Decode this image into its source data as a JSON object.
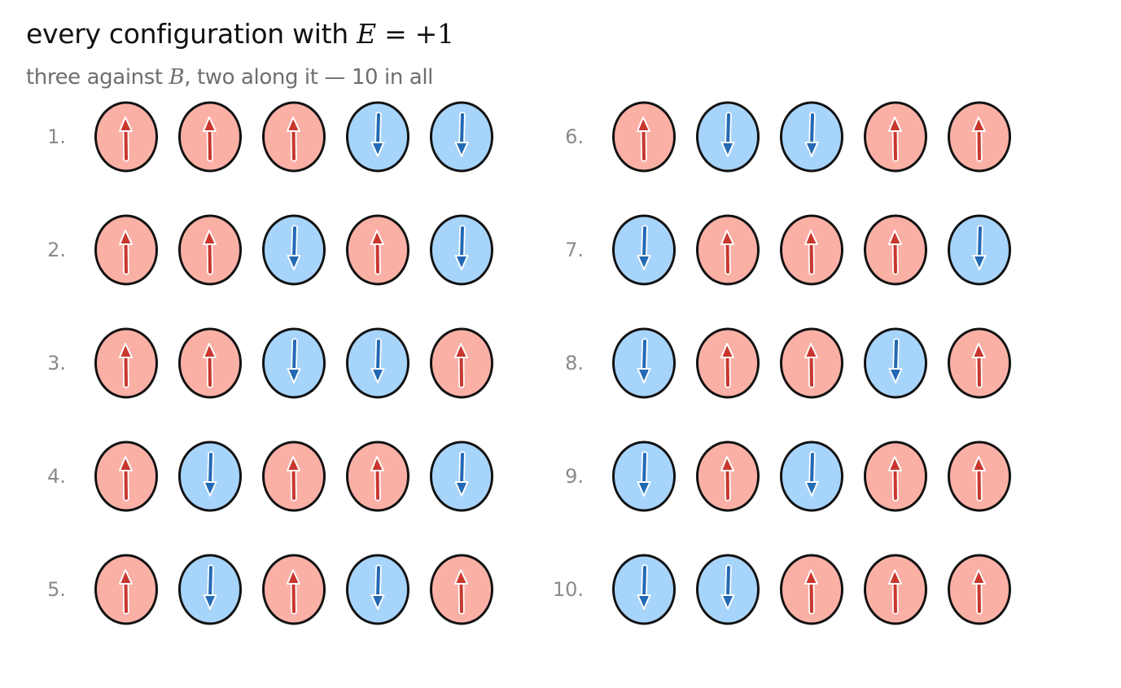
{
  "header": {
    "title_prefix": "every configuration with ",
    "title_var": "E",
    "title_eq": " = +1",
    "subtitle_prefix": "three against ",
    "subtitle_var": "B",
    "subtitle_suffix": ", two along it — 10 in all"
  },
  "configurations": [
    {
      "index": "1.",
      "spins": [
        "up",
        "up",
        "up",
        "down",
        "down"
      ]
    },
    {
      "index": "2.",
      "spins": [
        "up",
        "up",
        "down",
        "up",
        "down"
      ]
    },
    {
      "index": "3.",
      "spins": [
        "up",
        "up",
        "down",
        "down",
        "up"
      ]
    },
    {
      "index": "4.",
      "spins": [
        "up",
        "down",
        "up",
        "up",
        "down"
      ]
    },
    {
      "index": "5.",
      "spins": [
        "up",
        "down",
        "up",
        "down",
        "up"
      ]
    },
    {
      "index": "6.",
      "spins": [
        "up",
        "down",
        "down",
        "up",
        "up"
      ]
    },
    {
      "index": "7.",
      "spins": [
        "down",
        "up",
        "up",
        "up",
        "down"
      ]
    },
    {
      "index": "8.",
      "spins": [
        "down",
        "up",
        "up",
        "down",
        "up"
      ]
    },
    {
      "index": "9.",
      "spins": [
        "down",
        "up",
        "down",
        "up",
        "up"
      ]
    },
    {
      "index": "10.",
      "spins": [
        "down",
        "down",
        "up",
        "up",
        "up"
      ]
    }
  ],
  "colors": {
    "up_fill": "#fbb0a6",
    "up_arrow": "#c8372e",
    "down_fill": "#a7d4fb",
    "down_arrow": "#2369b4",
    "outline": "#111111",
    "index_text": "#8a8a8a"
  },
  "icons": {
    "up": "up-arrow-icon",
    "down": "down-arrow-icon"
  }
}
